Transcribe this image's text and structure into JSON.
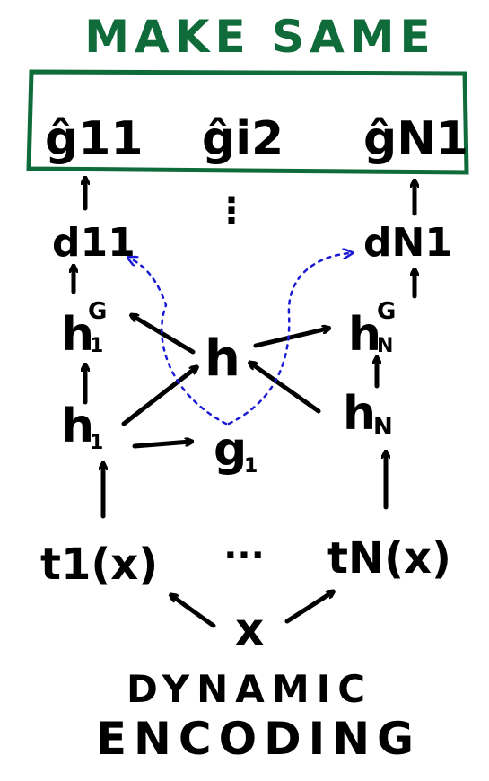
{
  "title": "MAKE SAME",
  "top_row": {
    "left": "ĝ11",
    "mid": "ĝi2",
    "right": "ĝN1",
    "vdots": "⋮"
  },
  "nodes": {
    "d11": "d11",
    "dN1": "dN1",
    "h1G": "h",
    "h1G_sup": "G",
    "h1G_sub": "1",
    "hNG": "h",
    "hNG_sup": "G",
    "hNG_sub": "N",
    "h": "h",
    "h1": "h",
    "h1_sub": "1",
    "hN": "h",
    "hN_sub": "N",
    "g1": "g",
    "g1_sub": "1",
    "t1x": "t1(x)",
    "dots": "...",
    "tNx": "tN(x)",
    "x": "x"
  },
  "footer": {
    "line1": "DYNAMIC",
    "line2": "ENCODING"
  },
  "colors": {
    "title": "#0f6b3a",
    "box": "#0f6b3a",
    "dashed": "#1a1ad6",
    "ink": "#000000"
  }
}
